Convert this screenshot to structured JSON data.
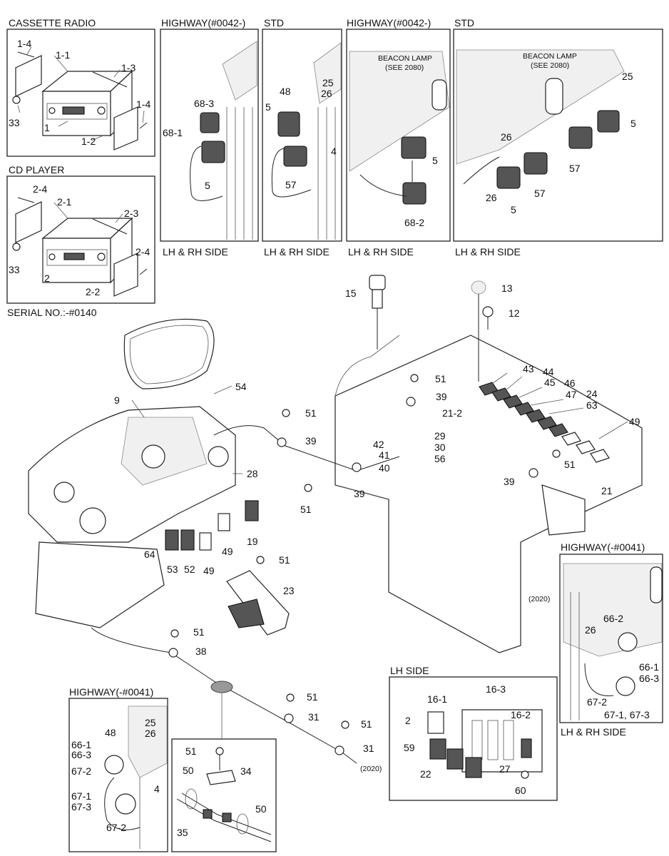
{
  "sections": {
    "cassette_radio": "CASSETTE RADIO",
    "cd_player": "CD PLAYER",
    "serial_no": "SERIAL NO.:-#0140",
    "highway_0042": "HIGHWAY(#0042-)",
    "std": "STD",
    "highway_0041": "HIGHWAY(-#0041)",
    "lh_side": "LH SIDE",
    "lh_rh_side": "LH & RH SIDE",
    "beacon_lamp": "BEACON LAMP",
    "see_2080": "(SEE 2080)",
    "ref_2020": "(2020)"
  },
  "callouts": {
    "c1_4": "1-4",
    "c1_1": "1-1",
    "c1_3": "1-3",
    "c1": "1",
    "c1_2": "1-2",
    "c33": "33",
    "c2_4": "2-4",
    "c2_1": "2-1",
    "c2_3": "2-3",
    "c2": "2",
    "c2_2": "2-2",
    "c68_3": "68-3",
    "c68_1": "68-1",
    "c68_2": "68-2",
    "c5": "5",
    "c48": "48",
    "c25": "25",
    "c26": "26",
    "c4": "4",
    "c57": "57",
    "c15": "15",
    "c13": "13",
    "c12": "12",
    "c9": "9",
    "c54": "54",
    "c43": "43",
    "c44": "44",
    "c45": "45",
    "c46": "46",
    "c47": "47",
    "c24": "24",
    "c63": "63",
    "c49": "49",
    "c51": "51",
    "c39": "39",
    "c21_2": "21-2",
    "c42": "42",
    "c29": "29",
    "c30": "30",
    "c56": "56",
    "c41": "41",
    "c40": "40",
    "c21": "21",
    "c28": "28",
    "c19": "19",
    "c64": "64",
    "c53": "53",
    "c52": "52",
    "c23": "23",
    "c38": "38",
    "c31": "31",
    "c66_2": "66-2",
    "c66_1": "66-1",
    "c66_3": "66-3",
    "c67_2": "67-2",
    "c67_1_67_3": "67-1, 67-3",
    "c67_1": "67-1",
    "c67_3": "67-3",
    "c16_1": "16-1",
    "c16_3": "16-3",
    "c16_2": "16-2",
    "c59": "59",
    "c22": "22",
    "c27": "27",
    "c60": "60",
    "c34": "34",
    "c50": "50",
    "c35": "35"
  }
}
